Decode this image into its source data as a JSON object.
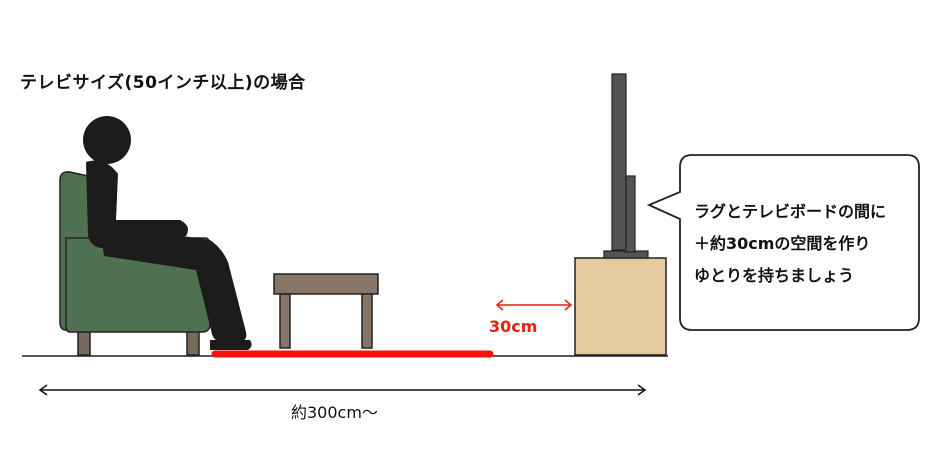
{
  "title": "テレビサイズ(50インチ以上)の場合",
  "gap_label": "30cm",
  "distance_label": "約300cm〜",
  "bubble": {
    "lines": [
      "ラグとテレビボードの間に",
      "＋約30cmの空間を作り",
      "ゆとりを持ちましょう"
    ]
  },
  "colors": {
    "sofa": "#4f7152",
    "person": "#1c1c1c",
    "table": "#877667",
    "tv_board": "#e5c99f",
    "rug": "#ff0d0d",
    "accent": "#e8220e",
    "tv": "#545454"
  }
}
